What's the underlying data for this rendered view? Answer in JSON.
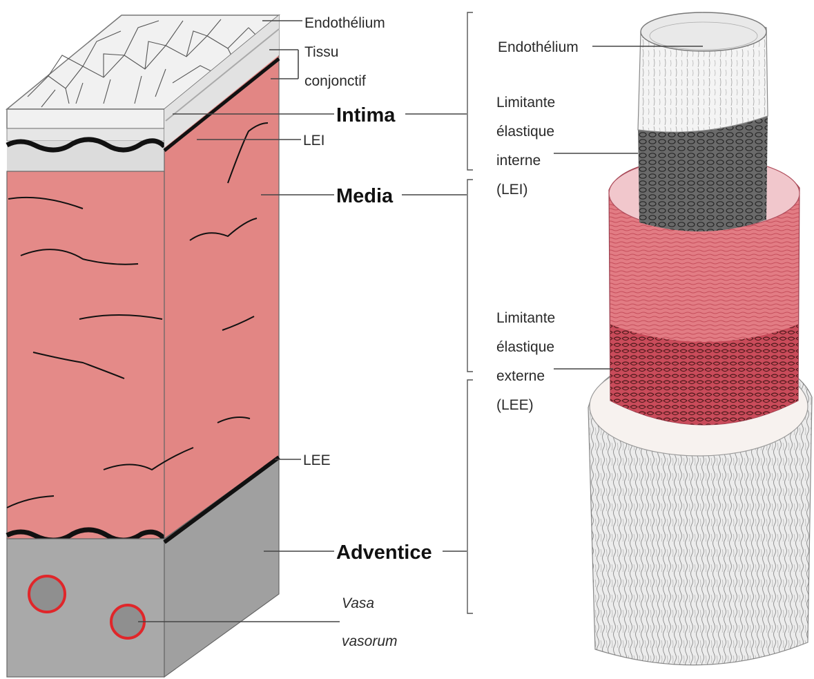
{
  "block_labels": {
    "endothelium": "Endothélium",
    "tissu_line1": "Tissu",
    "tissu_line2": "conjonctif",
    "lei": "LEI",
    "lee": "LEE",
    "vasa_line1": "Vasa",
    "vasa_line2": "vasorum"
  },
  "layers": {
    "intima": "Intima",
    "media": "Media",
    "adventice": "Adventice"
  },
  "tube_labels": {
    "endothelium": "Endothélium",
    "lei_line1": "Limitante",
    "lei_line2": "élastique",
    "lei_line3": "interne",
    "lei_line4": "(LEI)",
    "lee_line1": "Limitante",
    "lee_line2": "élastique",
    "lee_line3": "externe",
    "lee_line4": "(LEE)"
  },
  "colors": {
    "media": "#e48a88",
    "media_side": "#e28684",
    "intima_band": "#dcdcdc",
    "adventice": "#a9a9a9",
    "vasa_ring": "#e0262a"
  }
}
